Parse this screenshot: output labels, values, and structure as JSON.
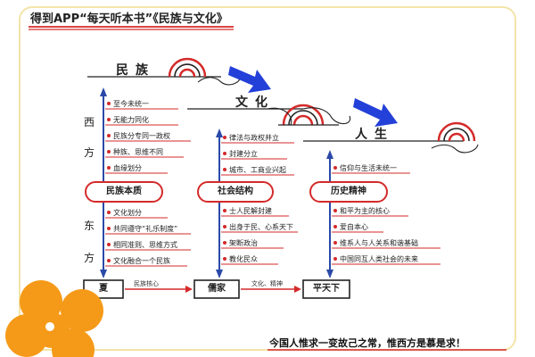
{
  "title": "得到APP“每天听本书”《民族与文化》",
  "headers": {
    "minzu": "民族",
    "wenhua": "文化",
    "rensheng": "人生"
  },
  "left_side_label": [
    "西",
    "方",
    "东",
    "方"
  ],
  "columns": [
    {
      "top_items": [
        "至今未统一",
        "无能力同化",
        "民族分专同一政权",
        "种族、思维不同",
        "血缘划分"
      ],
      "box": "民族本质",
      "bottom_items": [
        "文化划分",
        "共同遵守“礼乐制度”",
        "相同准则、思维方式",
        "文化融合一个民族"
      ],
      "bottom_box": "夏"
    },
    {
      "top_items": [
        "律法与政权并立",
        "封建分立",
        "城市、工商业兴起"
      ],
      "box": "社会结构",
      "bottom_items": [
        "士人民解封建",
        "出身于民、心系天下",
        "架断政治",
        "教化民众"
      ],
      "bottom_box": "儒家"
    },
    {
      "top_items": [
        "信仰与生活未统一"
      ],
      "box": "历史精神",
      "bottom_items": [
        "和平为主的核心",
        "爱自本心",
        "维系人与人关系和谐基础",
        "中国同互人类社会的未来"
      ],
      "bottom_box": "平天下"
    }
  ],
  "links": [
    "民族核心",
    "文化、精神"
  ],
  "footer_quote": "今国人惟求一变故己之常，惟西方是慕是求！",
  "colors": {
    "red": "#d42a2a",
    "blue": "#2a49a8",
    "arrow_blue": "#2340d8",
    "flower": "#f59a18",
    "frame": "#f3e4a8"
  }
}
